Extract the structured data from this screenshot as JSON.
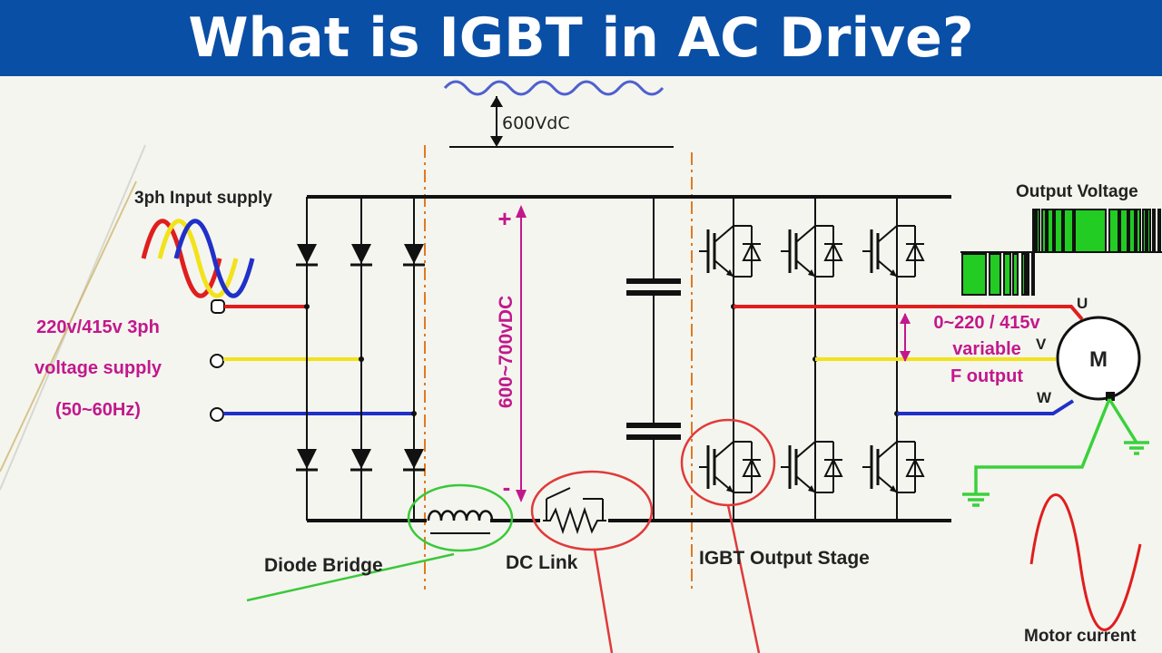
{
  "banner": {
    "title": "What is IGBT in AC Drive?"
  },
  "diagram": {
    "top_voltage_label": "600VdC",
    "input_supply_label": "3ph Input supply",
    "supply_desc": [
      "220v/415v 3ph",
      "voltage supply",
      "(50~60Hz)"
    ],
    "dc_bus_label": "600~700vDC",
    "plus_sign": "+",
    "minus_sign": "-",
    "output_voltage_label": "Output Voltage",
    "output_desc": [
      "0~220 / 415v",
      "variable",
      "F output"
    ],
    "phase_labels": {
      "u": "U",
      "v": "V",
      "w": "W"
    },
    "motor_label": "M",
    "section_labels": {
      "diode_bridge": "Diode Bridge",
      "dc_link": "DC Link",
      "igbt_stage": "IGBT Output Stage"
    },
    "motor_current_label": "Motor current"
  },
  "colors": {
    "banner_bg": "#0a4fa6",
    "phase_red": "#e01e1e",
    "phase_yellow": "#f2e21c",
    "phase_blue": "#2030c8",
    "magenta_label": "#c2188c",
    "pwm_green": "#22cc22",
    "ground_green": "#3ad13a",
    "highlight_red": "#e03a3a",
    "highlight_green": "#3ac83a"
  }
}
